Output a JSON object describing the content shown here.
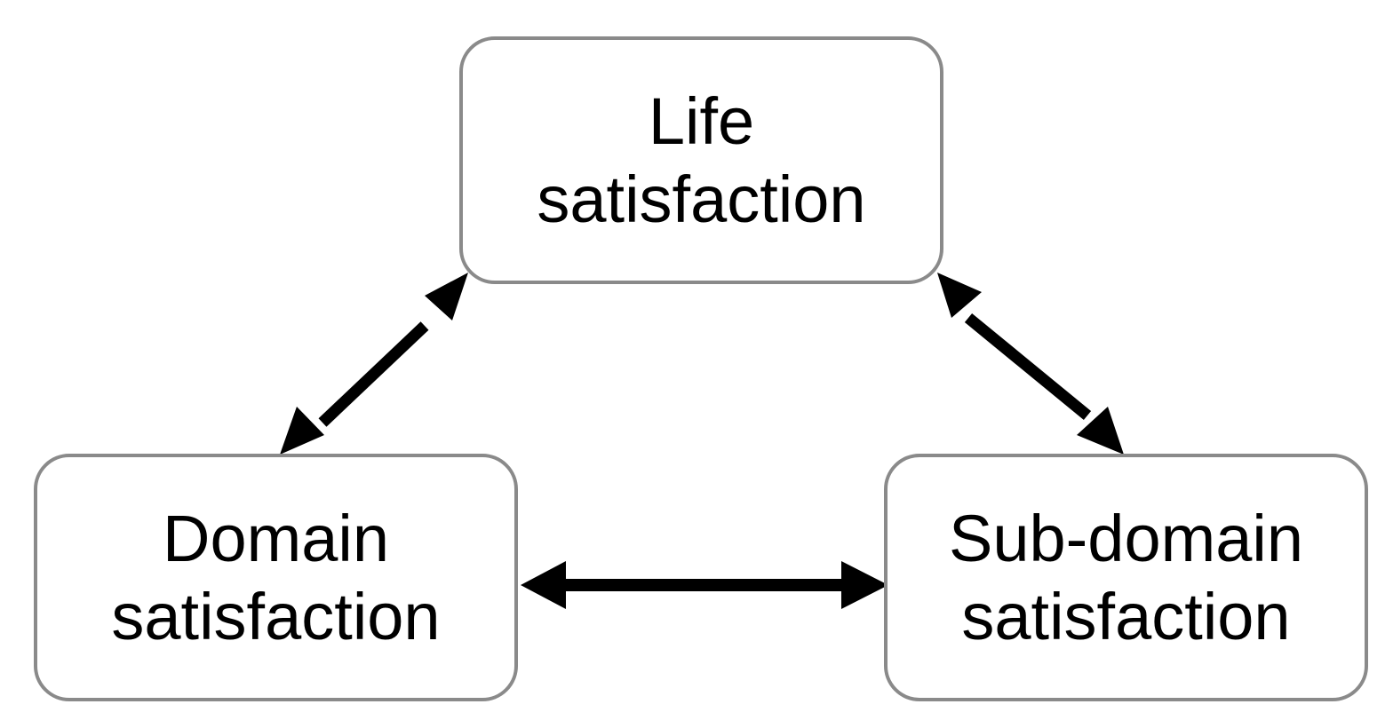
{
  "nodes": {
    "life": {
      "line1": "Life",
      "line2": "satisfaction"
    },
    "domain": {
      "line1": "Domain",
      "line2": "satisfaction"
    },
    "subdomain": {
      "line1": "Sub-domain",
      "line2": "satisfaction"
    }
  },
  "edges": [
    {
      "from": "life",
      "to": "domain",
      "direction": "bidirectional"
    },
    {
      "from": "life",
      "to": "subdomain",
      "direction": "bidirectional"
    },
    {
      "from": "domain",
      "to": "subdomain",
      "direction": "bidirectional"
    }
  ],
  "colors": {
    "box_border": "#8a8a8a",
    "arrow": "#000000",
    "text": "#000000"
  }
}
